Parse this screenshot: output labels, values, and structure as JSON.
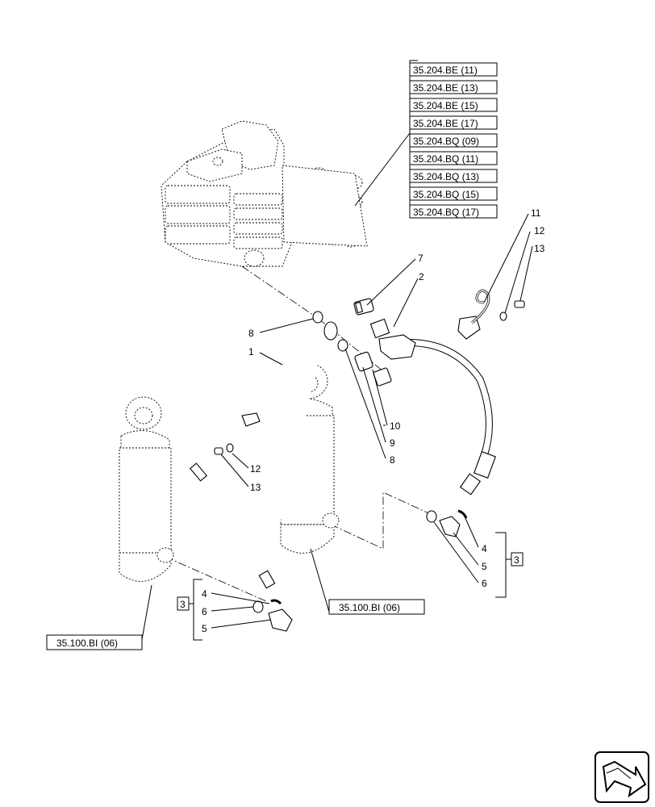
{
  "refs": {
    "valve_list": [
      "35.204.BE (11)",
      "35.204.BE (13)",
      "35.204.BE (15)",
      "35.204.BE (17)",
      "35.204.BQ (09)",
      "35.204.BQ (11)",
      "35.204.BQ (13)",
      "35.204.BQ (15)",
      "35.204.BQ (17)"
    ],
    "cyl_left": "35.100.BI (06)",
    "cyl_right": "35.100.BI (06)"
  },
  "callouts": {
    "n1": "1",
    "n2": "2",
    "n7": "7",
    "n8a": "8",
    "n8b": "8",
    "n9": "9",
    "n10": "10",
    "n11": "11",
    "n12a": "12",
    "n13a": "13",
    "n12b": "12",
    "n13b": "13",
    "n4r": "4",
    "n5r": "5",
    "n6r": "6",
    "n4l": "4",
    "n6l": "6",
    "n5l": "5"
  },
  "kits": {
    "kit_right": "3",
    "kit_left": "3"
  },
  "icons": {
    "nav": "next-page-arrow-icon"
  }
}
